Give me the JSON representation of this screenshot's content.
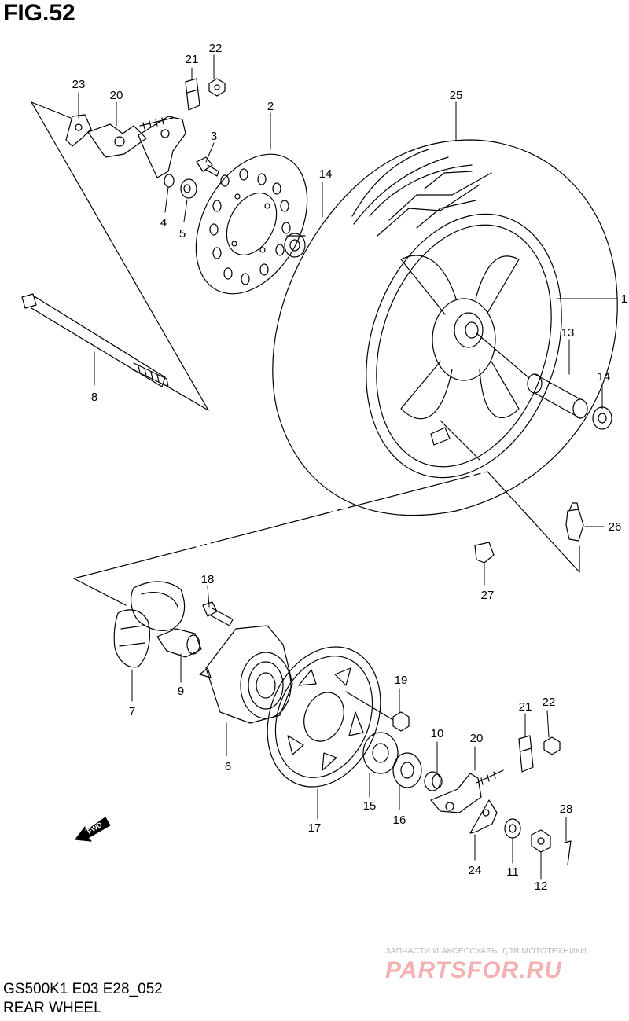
{
  "figure": {
    "title": "FIG.52",
    "model_code": "GS500K1 E03 E28_052",
    "section_name": "REAR WHEEL"
  },
  "part_callouts": [
    "1",
    "2",
    "3",
    "4",
    "5",
    "6",
    "7",
    "8",
    "9",
    "10",
    "11",
    "12",
    "13",
    "14",
    "14",
    "15",
    "16",
    "17",
    "18",
    "19",
    "20",
    "20",
    "21",
    "21",
    "22",
    "22",
    "23",
    "24",
    "25",
    "26",
    "27",
    "28"
  ],
  "direction_marker": "FWD",
  "watermark": {
    "tagline": "ЗАПЧАСТИ И АКСЕССУАРЫ ДЛЯ МОТОТЕХНИКИ",
    "brand": "PARTSFOR.RU",
    "color": "#f4b1b1"
  },
  "colors": {
    "line": "#000000",
    "background": "#ffffff"
  }
}
